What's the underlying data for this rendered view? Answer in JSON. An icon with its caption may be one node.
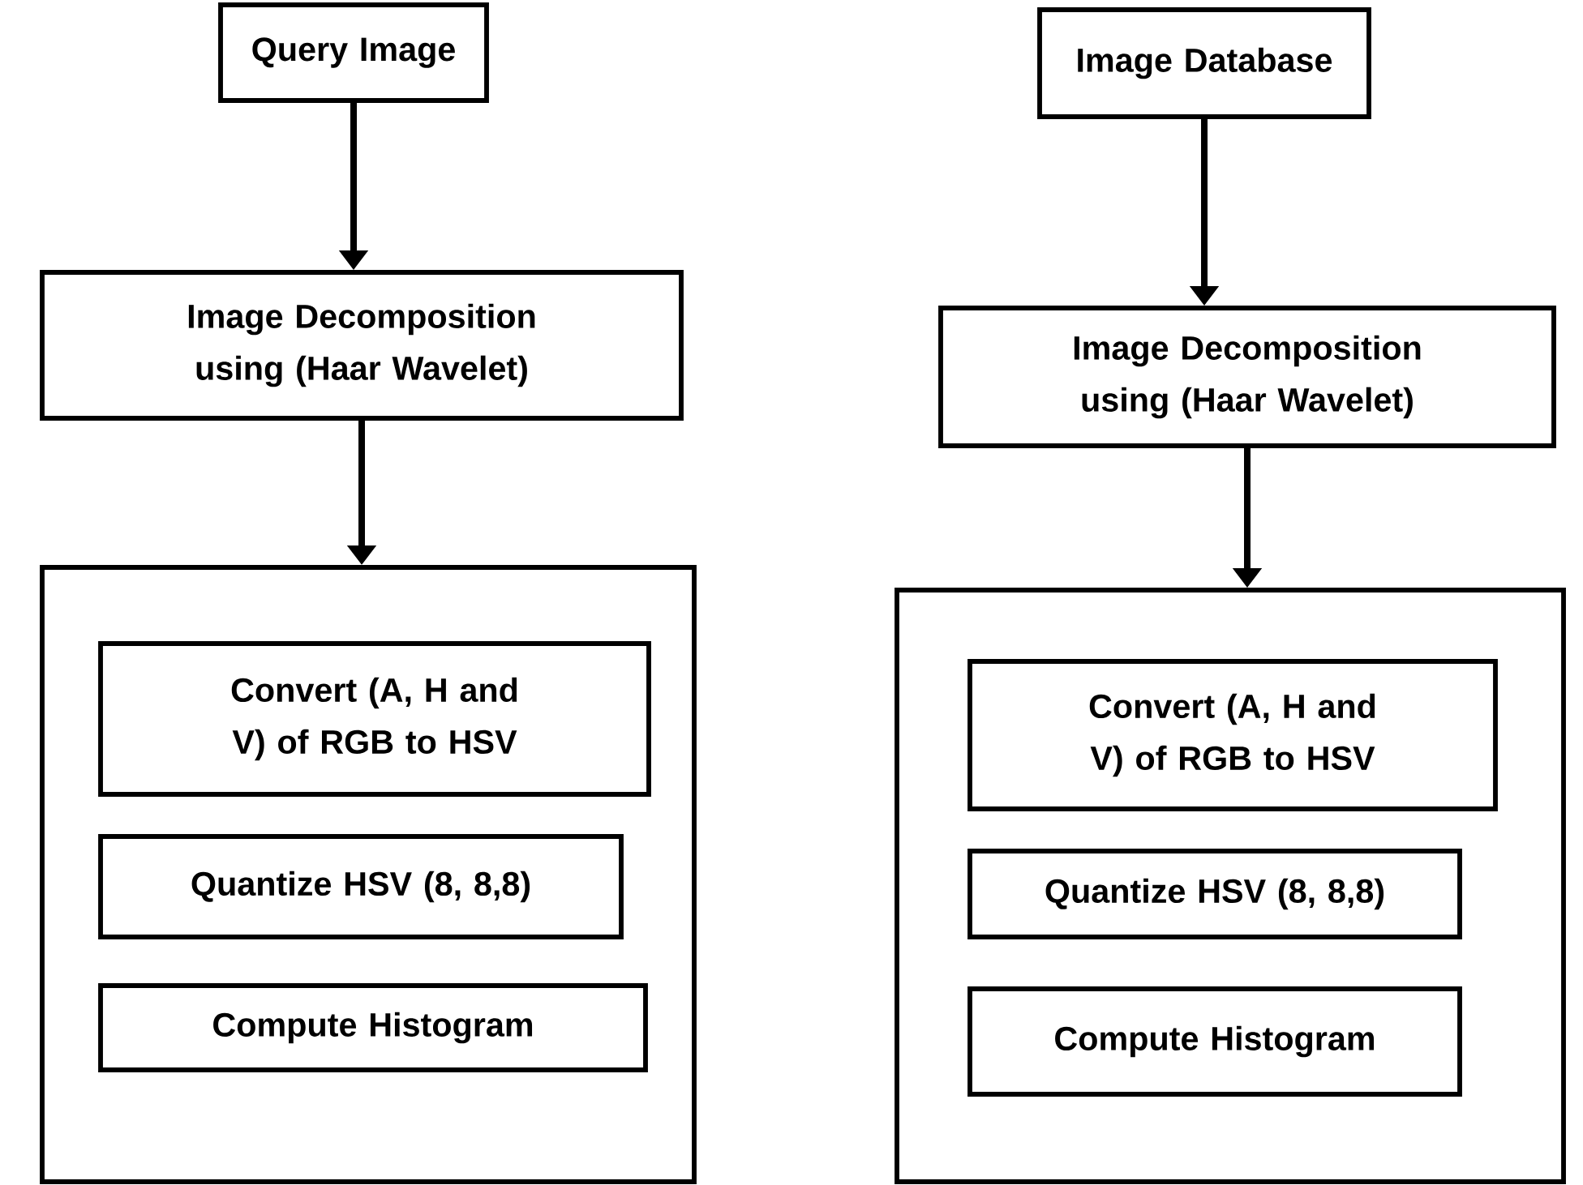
{
  "diagram": {
    "nodes": [
      {
        "text": [
          "Query Image"
        ]
      },
      {
        "text": [
          "Image Decomposition using (Haar Wavelet)"
        ]
      },
      {
        "text": [],
        "shape": "box"
      },
      {
        "text": [
          "Convert (A, H and V) of RGB to HSV"
        ],
        "in": 2
      },
      {
        "text": [
          "Quantize HSV (8, 8,8)"
        ],
        "in": 2
      },
      {
        "text": [
          "Compute Histogram"
        ],
        "in": 2
      },
      {
        "text": [
          "Image Database"
        ]
      },
      {
        "text": [
          "Image Decomposition using (Haar Wavelet)"
        ]
      },
      {
        "text": [],
        "shape": "box"
      },
      {
        "text": [
          "Convert (A, H and V) of RGB to HSV"
        ],
        "in": 8
      },
      {
        "text": [
          "Quantize HSV (8, 8,8)"
        ],
        "in": 8
      },
      {
        "text": [
          "Compute Histogram"
        ],
        "in": 8
      }
    ],
    "edges": [
      {
        "from": 0,
        "to": 1,
        "arrow": "to"
      },
      {
        "from": 1,
        "to": 2,
        "arrow": "to"
      },
      {
        "from": 6,
        "to": 7,
        "arrow": "to"
      },
      {
        "from": 7,
        "to": 8,
        "arrow": "to"
      }
    ]
  }
}
